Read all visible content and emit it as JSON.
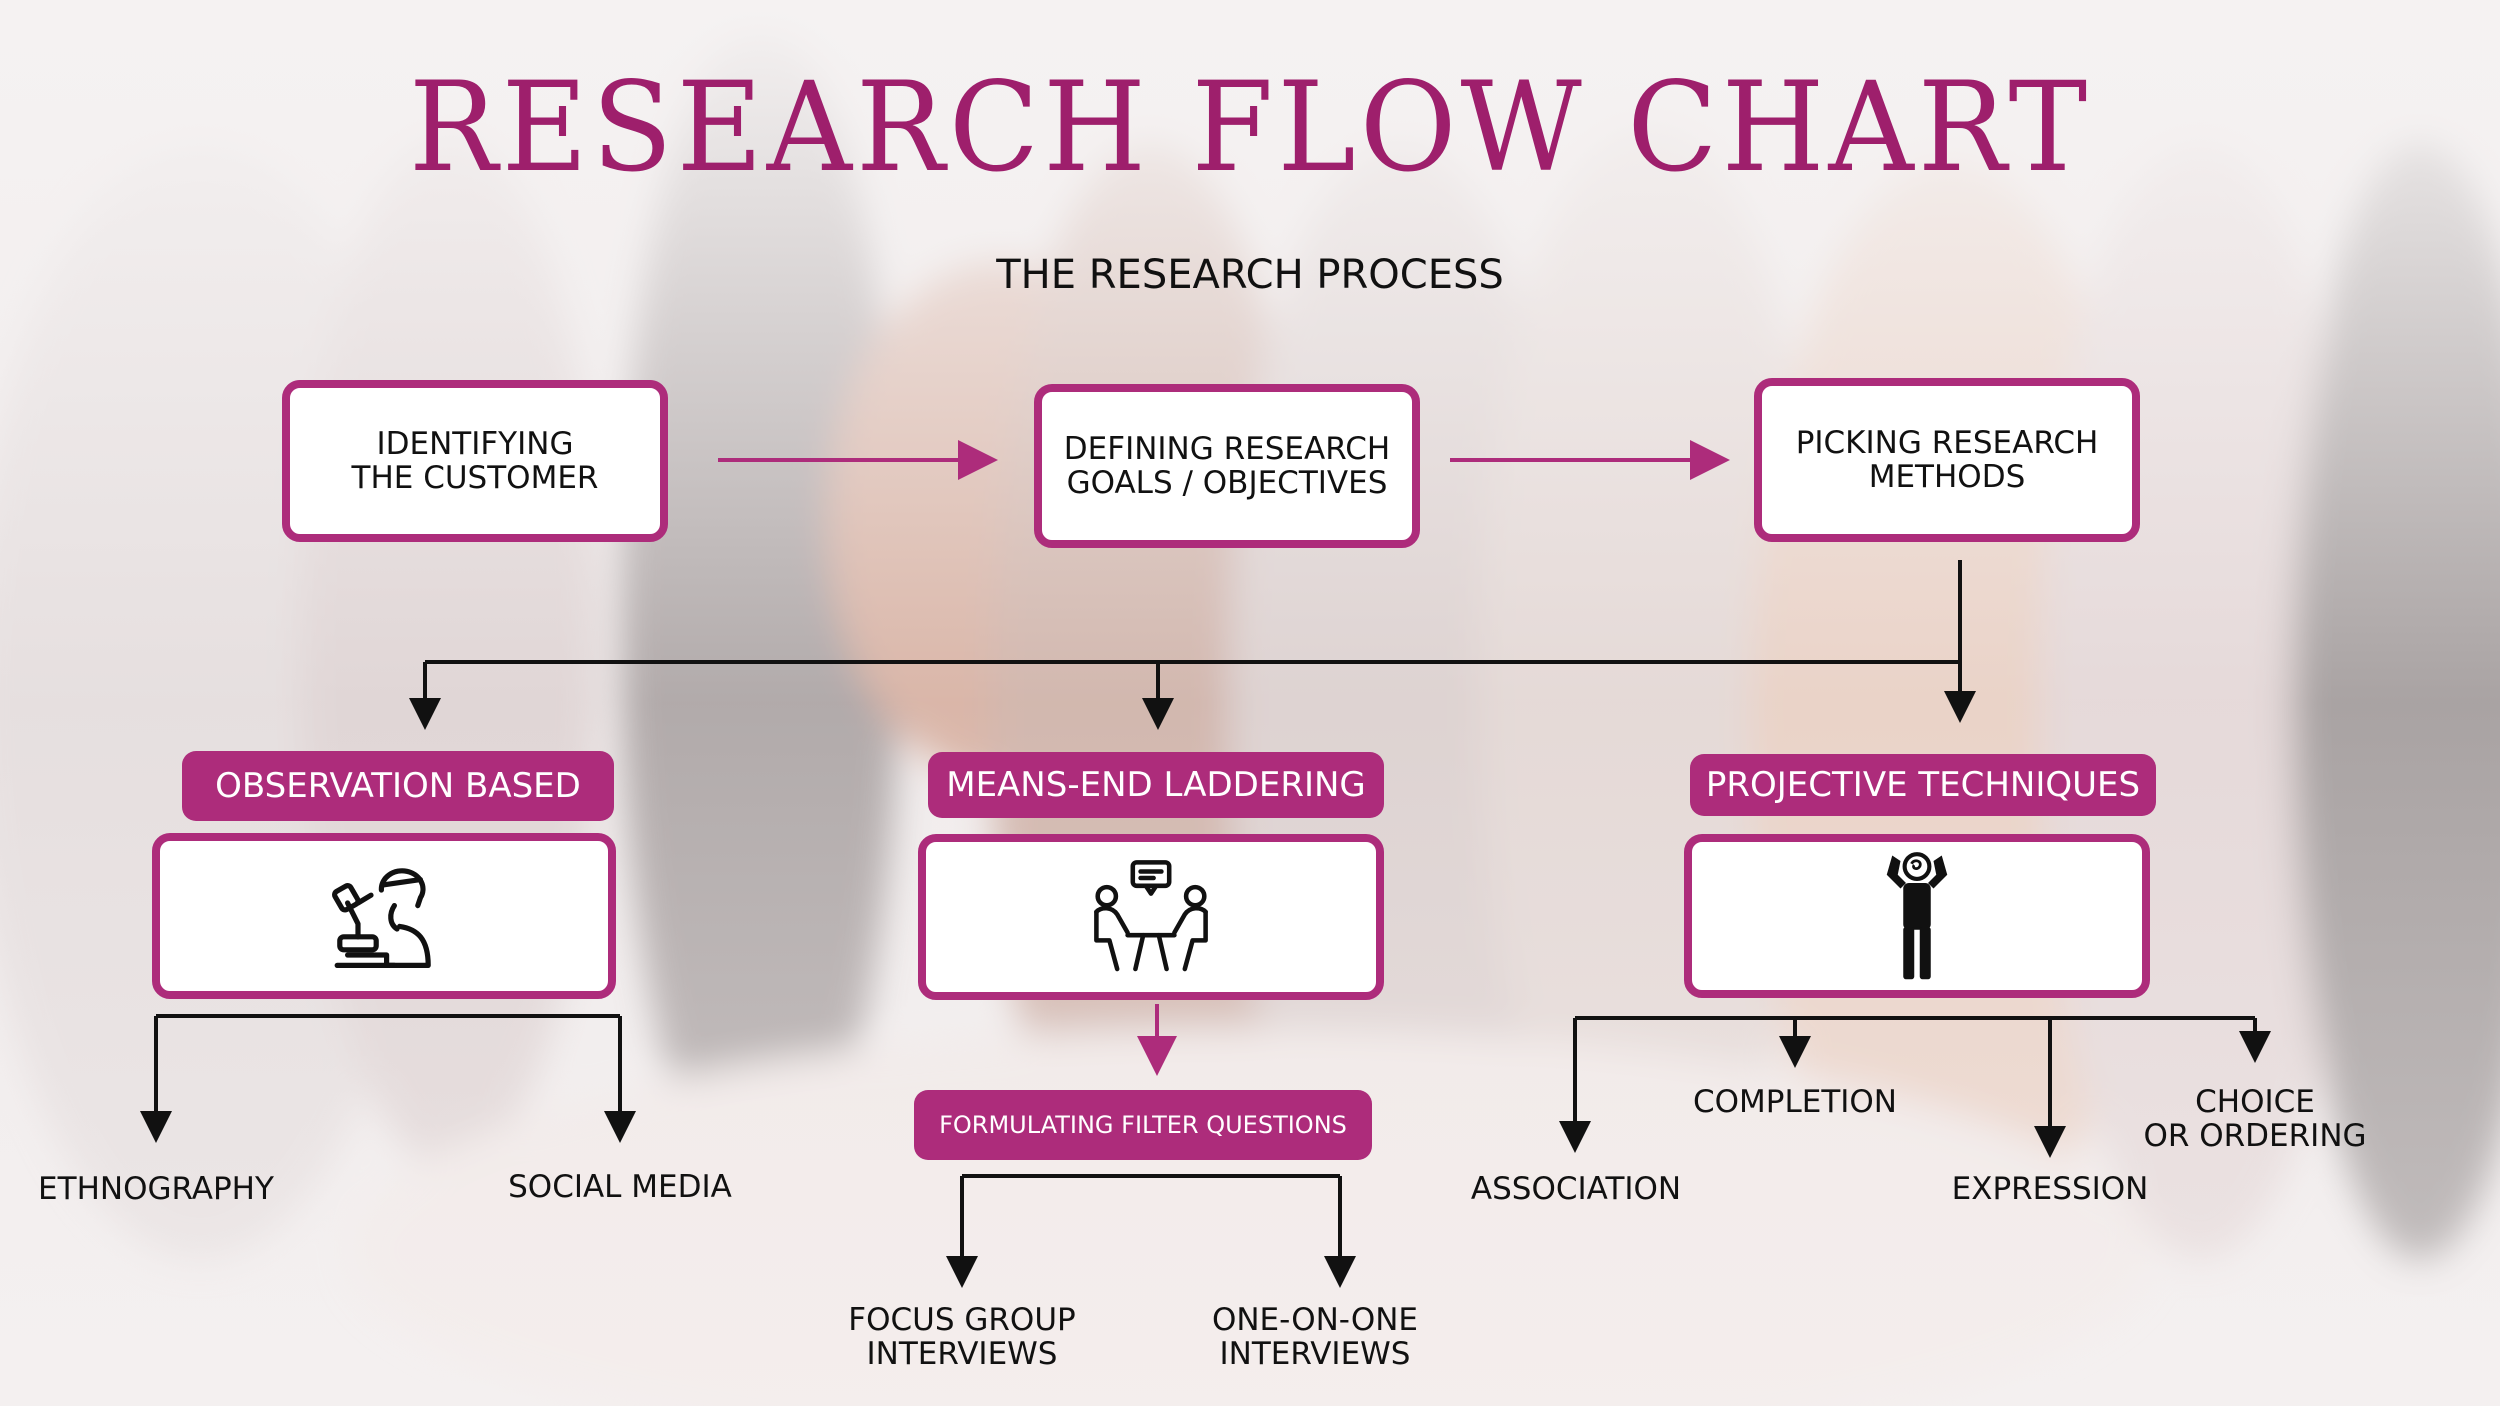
{
  "title": "RESEARCH FLOW CHART",
  "subtitle": "THE RESEARCH PROCESS",
  "steps": {
    "identify": [
      "IDENTIFYING",
      "THE CUSTOMER"
    ],
    "define": [
      "DEFINING RESEARCH",
      "GOALS / OBJECTIVES"
    ],
    "pick": [
      "PICKING RESEARCH",
      "METHODS"
    ]
  },
  "methods": {
    "observation": "OBSERVATION BASED",
    "laddering": "MEANS-END LADDERING",
    "projective": "PROJECTIVE TECHNIQUES"
  },
  "filter": "FORMULATING FILTER QUESTIONS",
  "leaves": {
    "ethnography": "ETHNOGRAPHY",
    "social_media": "SOCIAL MEDIA",
    "focus_group": [
      "FOCUS GROUP",
      "INTERVIEWS"
    ],
    "one_on_one": [
      "ONE-ON-ONE",
      "INTERVIEWS"
    ],
    "association": "ASSOCIATION",
    "completion": "COMPLETION",
    "expression": "EXPRESSION",
    "choice": [
      "CHOICE",
      "OR ORDERING"
    ]
  },
  "icons": {
    "observation": "scientist-microscope-icon",
    "laddering": "interview-conversation-icon",
    "projective": "confused-person-icon"
  },
  "colors": {
    "accent": "#ad2c7b",
    "title": "#9e1f6c",
    "text": "#111111",
    "connector": "#111111"
  }
}
